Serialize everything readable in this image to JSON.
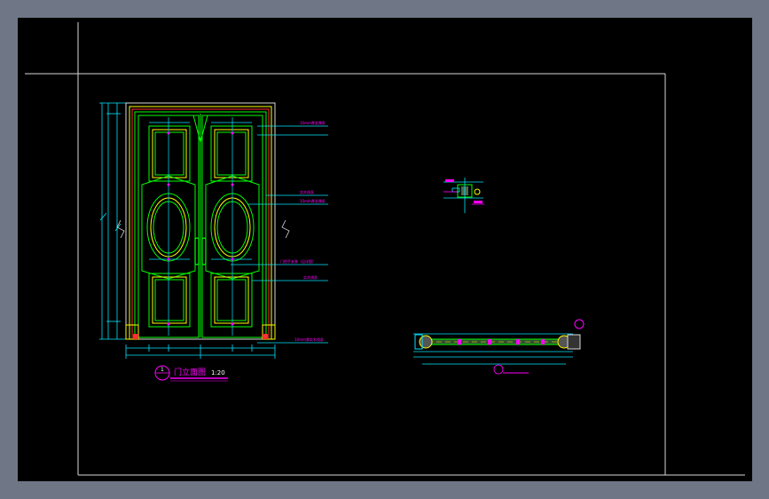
{
  "app": {
    "window_bg": "#6f7786",
    "canvas_bg": "#000000"
  },
  "drawing": {
    "elevation_title": "门立面图",
    "elevation_scale": "1:20",
    "elevation_number": "1",
    "callouts": {
      "c1": "10mm厚金属条",
      "c2": "实木线条",
      "c3": "10mm厚金属条",
      "c4": "门把手安装（见详图）",
      "c5": "实木线条",
      "c6": "10mm厚实木线条"
    },
    "colors": {
      "frame": "#d8d8d8",
      "door_outline": "#00ff00",
      "dimension": "#00e5ff",
      "annotation": "#ff00ff",
      "accent": "#ffff00",
      "frame_edge": "#ff3030"
    }
  }
}
